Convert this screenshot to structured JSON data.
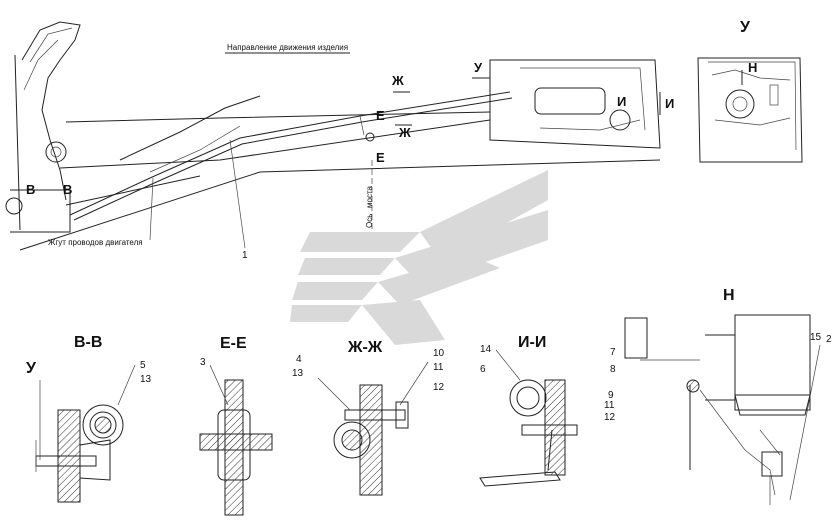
{
  "labels": {
    "direction": "Направление движения изделия",
    "harness": "Жгут проводов двигателя",
    "bridge_axis_1": "Ось",
    "bridge_axis_2": "моста",
    "callout_1": "1",
    "section_u_top": "У",
    "section_u_arrow": "У",
    "section_n_arrow": "Н",
    "section_zh_1": "Ж",
    "section_zh_2": "Ж",
    "section_e_1": "Е",
    "section_e_2": "Е",
    "section_i_1": "И",
    "section_i_2": "И",
    "section_v_1": "В",
    "section_v_2": "В"
  },
  "sections": {
    "vv": {
      "title": "В-В",
      "u": "У",
      "n5": "5",
      "n13": "13"
    },
    "ee": {
      "title": "Е-Е",
      "n3": "3"
    },
    "zhzh": {
      "title": "Ж-Ж",
      "n4": "4",
      "n13": "13",
      "n10": "10",
      "n11": "11",
      "n12": "12"
    },
    "ii": {
      "title": "И-И",
      "n14": "14",
      "n6": "6"
    },
    "n": {
      "title": "Н",
      "n7": "7",
      "n8": "8",
      "n9": "9",
      "n11": "11",
      "n12": "12",
      "n15": "15",
      "n2": "2"
    }
  },
  "colors": {
    "line": "#222222",
    "watermark": "#d7d7d7",
    "background": "#ffffff"
  }
}
